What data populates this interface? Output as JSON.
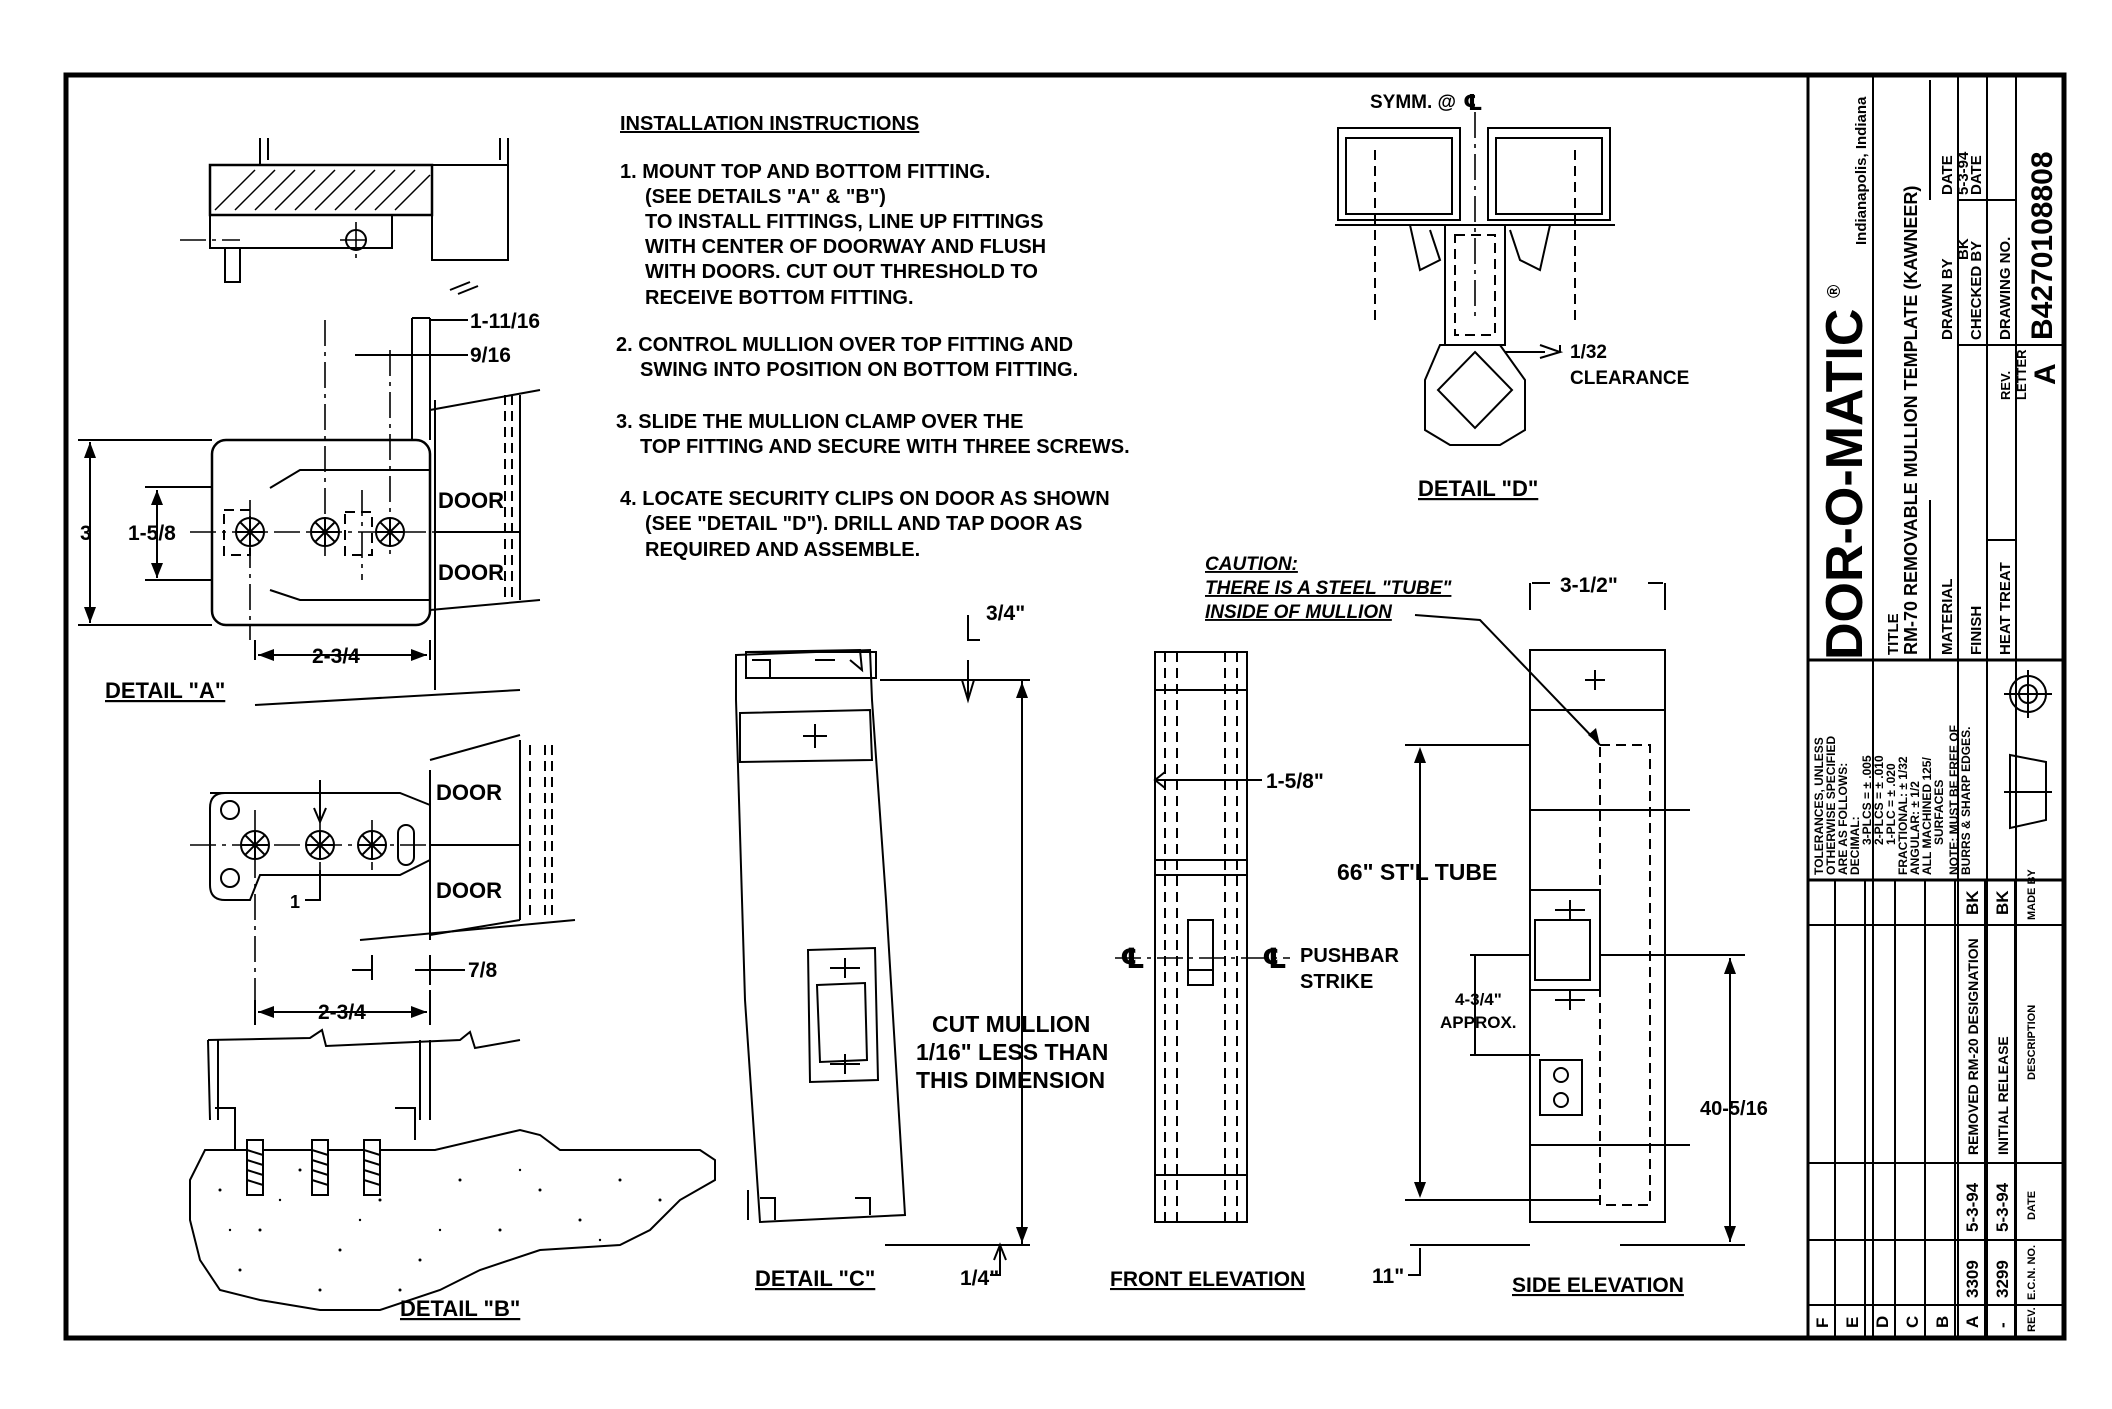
{
  "instructions": {
    "heading": "INSTALLATION INSTRUCTIONS",
    "step1": [
      "1.  MOUNT TOP AND BOTTOM FITTING.",
      "(SEE DETAILS \"A\" & \"B\")",
      "TO INSTALL FITTINGS, LINE UP FITTINGS",
      "WITH CENTER OF DOORWAY  AND FLUSH",
      "WITH DOORS.  CUT OUT THRESHOLD TO",
      "RECEIVE BOTTOM FITTING."
    ],
    "step2": [
      "2. CONTROL MULLION OVER TOP FITTING AND",
      "SWING INTO POSITION ON BOTTOM FITTING."
    ],
    "step3": [
      "3. SLIDE THE MULLION CLAMP OVER THE",
      "TOP FITTING AND SECURE WITH THREE SCREWS."
    ],
    "step4": [
      "4.  LOCATE SECURITY CLIPS ON DOOR AS SHOWN",
      "(SEE \"DETAIL \"D\").   DRILL AND TAP DOOR AS",
      "REQUIRED AND ASSEMBLE."
    ]
  },
  "detail_a": {
    "label": "DETAIL \"A\"",
    "dim_1_11_16": "1-11/16",
    "dim_9_16": "9/16",
    "dim_3": "3",
    "dim_1_5_8": "1-5/8",
    "dim_2_3_4": "2-3/4",
    "door_top": "DOOR",
    "door_bottom": "DOOR"
  },
  "detail_b": {
    "label": "DETAIL \"B\"",
    "door_top": "DOOR",
    "door_bottom": "DOOR",
    "dim_1": "1",
    "dim_7_8": "7/8",
    "dim_2_3_4": "2-3/4"
  },
  "detail_c": {
    "label": "DETAIL \"C\"",
    "dim_3_4": "3/4\"",
    "dim_1_4": "1/4\"",
    "cut_note": [
      "CUT MULLION",
      "1/16\" LESS THAN",
      "THIS DIMENSION"
    ]
  },
  "detail_d": {
    "label": "DETAIL \"D\"",
    "symm": "SYMM. @",
    "clearance_1": "1/32",
    "clearance_2": "CLEARANCE"
  },
  "front_elevation": {
    "label": "FRONT ELEVATION",
    "dim_1_5_8": "1-5/8\"",
    "pushbar_1": "PUSHBAR",
    "pushbar_2": "STRIKE",
    "tube_note": "66\" ST'L TUBE"
  },
  "side_elevation": {
    "label": "SIDE ELEVATION",
    "caution_1": "CAUTION:",
    "caution_2": "THERE IS A STEEL \"TUBE\"",
    "caution_3": "INSIDE OF MULLION",
    "dim_3_1_2": "3-1/2\"",
    "dim_4_3_4": "4-3/4\"",
    "approx": "APPROX.",
    "dim_40_5_16": "40-5/16",
    "dim_11": "11\""
  },
  "title_block": {
    "brand": "DOR-O-MATIC",
    "registered": "®",
    "location": "Indianapolis, Indiana",
    "title_label": "TITLE",
    "title": "RM-70 REMOVABLE MULLION TEMPLATE (KAWNEER)",
    "material_label": "MATERIAL",
    "finish_label": "FINISH",
    "heat_treat_label": "HEAT TREAT",
    "drawn_by_label": "DRAWN BY",
    "drawn_by": "BK",
    "date_label_1": "DATE",
    "date_1": "5-3-94",
    "checked_by_label": "CHECKED BY",
    "date_label_2": "DATE",
    "drawing_no_label": "DRAWING NO.",
    "drawing_no": "B4270108808",
    "rev_label": "REV.",
    "letter_label": "LETTER",
    "rev_letter": "A",
    "tolerances": [
      "TOLERANCES, UNLESS",
      "OTHERWISE SPECIFIED",
      "ARE AS FOLLOWS:",
      "DECIMAL:",
      "3-PLCS = ± .005",
      "2-PLCS = ± .010",
      "1-PLC = ± .020",
      "FRACTIONAL: ± 1/32",
      "ANGULAR: ± 1/2",
      "ALL MACHINED 125/",
      "SURFACES",
      "NOTE: MUST BE FREE OF",
      "BURRS & SHARP EDGES."
    ],
    "revisions": [
      {
        "rev": "F",
        "ecn": "",
        "date": "",
        "desc": "",
        "by": ""
      },
      {
        "rev": "E",
        "ecn": "",
        "date": "",
        "desc": "",
        "by": ""
      },
      {
        "rev": "D",
        "ecn": "",
        "date": "",
        "desc": "",
        "by": ""
      },
      {
        "rev": "C",
        "ecn": "",
        "date": "",
        "desc": "",
        "by": ""
      },
      {
        "rev": "B",
        "ecn": "",
        "date": "",
        "desc": "",
        "by": ""
      },
      {
        "rev": "A",
        "ecn": "3309",
        "date": "5-3-94",
        "desc": "REMOVED  RM-20  DESIGNATION",
        "by": "BK"
      },
      {
        "rev": "-",
        "ecn": "3299",
        "date": "5-3-94",
        "desc": "INITIAL  RELEASE",
        "by": "BK"
      }
    ],
    "rev_header": "REV.",
    "ecn_header": "E.C.N. NO.",
    "date_header": "DATE",
    "desc_header": "DESCRIPTION",
    "madeby_header": "MADE BY"
  }
}
